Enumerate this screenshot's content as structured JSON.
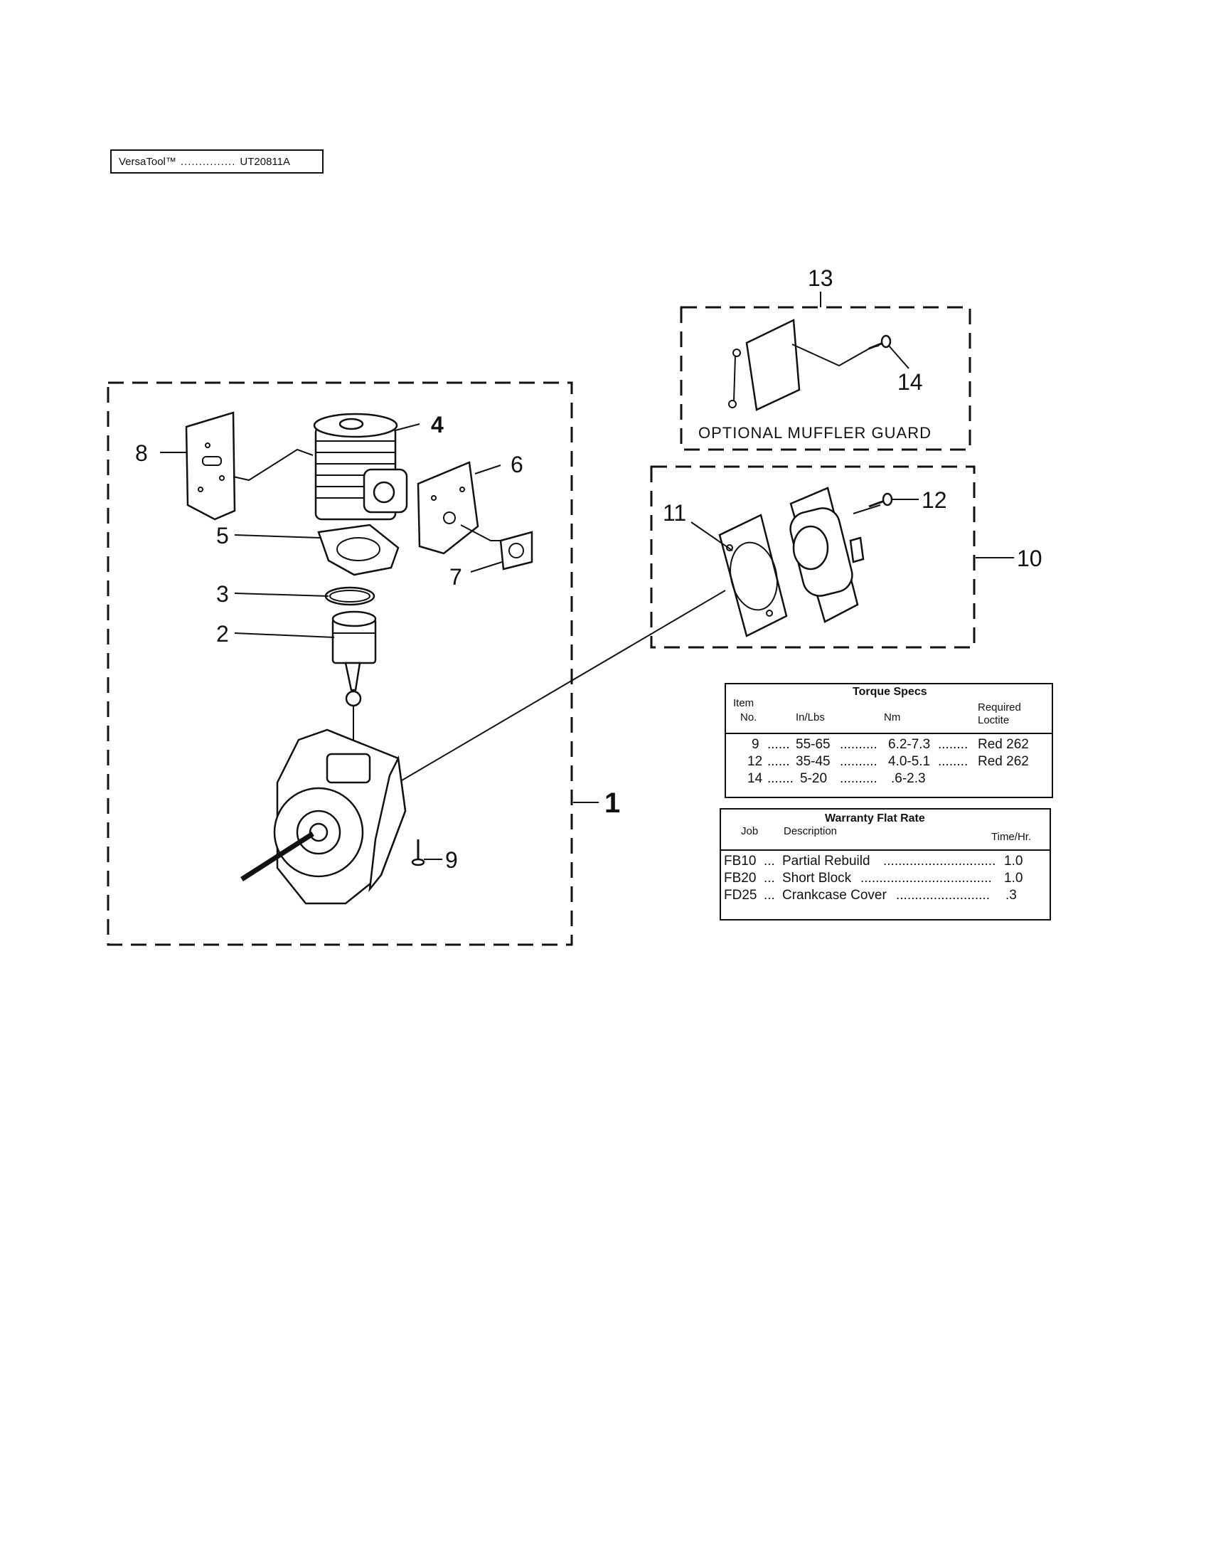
{
  "model": {
    "brand": "VersaTool™",
    "dots": "...............",
    "number": "UT20811A"
  },
  "callouts": {
    "c1": "1",
    "c2": "2",
    "c3": "3",
    "c4": "4",
    "c5": "5",
    "c6": "6",
    "c7": "7",
    "c8": "8",
    "c9": "9",
    "c10": "10",
    "c11": "11",
    "c12": "12",
    "c13": "13",
    "c14": "14"
  },
  "muffler_guard_label": "OPTIONAL MUFFLER GUARD",
  "torque_specs": {
    "title": "Torque Specs",
    "headers": {
      "item_line1": "Item",
      "item_line2": "No.",
      "inlbs": "In/Lbs",
      "nm": "Nm",
      "loctite_line1": "Required",
      "loctite_line2": "Loctite"
    },
    "rows": [
      {
        "item": "9",
        "d1": "......",
        "inlbs": "55-65",
        "d2": "..........",
        "nm": "6.2-7.3",
        "d3": "........",
        "loctite": "Red 262"
      },
      {
        "item": "12",
        "d1": "......",
        "inlbs": "35-45",
        "d2": "..........",
        "nm": "4.0-5.1",
        "d3": "........",
        "loctite": "Red 262"
      },
      {
        "item": "14",
        "d1": ".......",
        "inlbs": "5-20",
        "d2": "..........",
        "nm": ".6-2.3",
        "d3": "",
        "loctite": ""
      }
    ]
  },
  "warranty": {
    "title": "Warranty Flat Rate",
    "headers": {
      "job": "Job",
      "description": "Description",
      "time": "Time/Hr."
    },
    "rows": [
      {
        "job": "FB10",
        "sep": "...",
        "desc": "Partial Rebuild",
        "dots": "..............................",
        "time": "1.0"
      },
      {
        "job": "FB20",
        "sep": "...",
        "desc": "Short Block",
        "dots": "...................................",
        "time": "1.0"
      },
      {
        "job": "FD25",
        "sep": "...",
        "desc": "Crankcase Cover",
        "dots": ".........................",
        "time": ".3"
      }
    ]
  }
}
